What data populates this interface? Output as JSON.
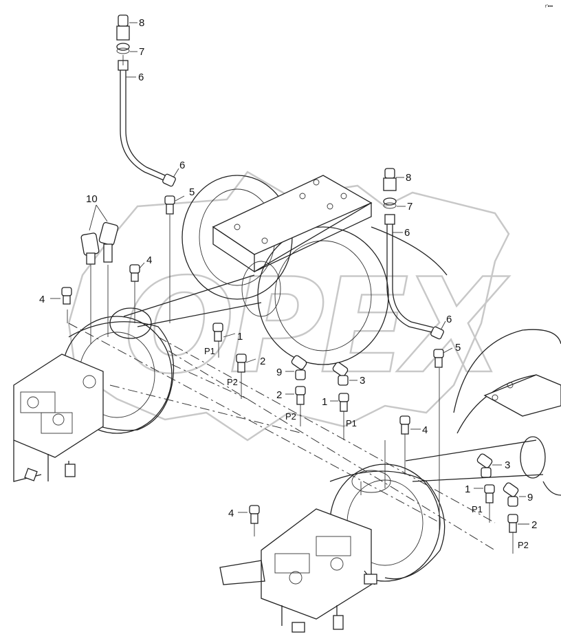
{
  "watermark": {
    "text": "OPEX"
  },
  "callouts": {
    "c8a": "8",
    "c7a": "7",
    "c6a": "6",
    "c6b": "6",
    "c5a": "5",
    "c10": "10",
    "c4a": "4",
    "c4b": "4",
    "c1a": "1",
    "c2a": "2",
    "c9a": "9",
    "c3a": "3",
    "c2b": "2",
    "c1b": "1",
    "c8b": "8",
    "c7b": "7",
    "c6c": "6",
    "c6d": "6",
    "c5b": "5",
    "c4c": "4",
    "c3b": "3",
    "c1c": "1",
    "c9b": "9",
    "c2c": "2",
    "c4d": "4"
  },
  "ports": {
    "p1a": "P1",
    "p2a": "P2",
    "p2b": "P2",
    "p1b": "P1",
    "p1c": "P1",
    "p2c": "P2"
  },
  "corner_mark": "r'▪▪▪"
}
